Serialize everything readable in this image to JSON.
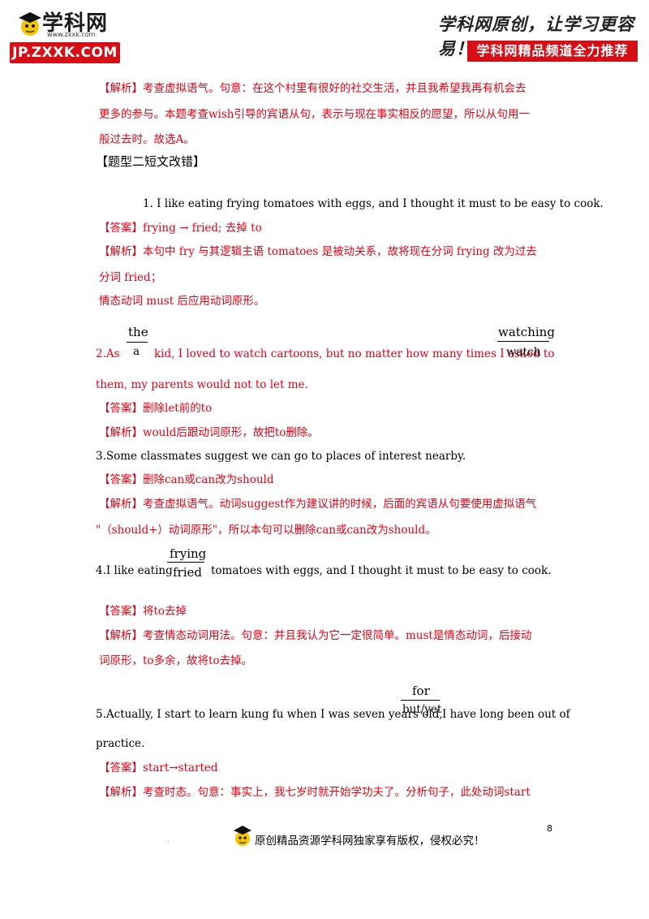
{
  "header": {
    "logo_name": "学科网",
    "logo_url": "www.zxxk.com",
    "jp_badge": "JP.ZXXK.COM",
    "slogan": "学科网原创，让学习更容易！",
    "recommend_badge": "学科网精品频道全力推荐"
  },
  "content": {
    "prev_analysis": {
      "l1": "【解析】考查虚拟语气。句意：在这个村里有很好的社交生活，并且我希望我再有机会去",
      "l2": "更多的参与。本题考查wish引导的宾语从句，表示与现在事实相反的愿望，所以从句用一",
      "l3": "般过去时。故选A。"
    },
    "section_title": "【题型二短文改错】",
    "q1": {
      "sentence": "1.        I like eating frying tomatoes with eggs, and I thought it must to be easy to cook.",
      "answer": "【答案】frying → fried;  去掉  to",
      "analysis_l1": "【解析】本句中  fry  与其逻辑主语  tomatoes  是被动关系，故将现在分词  frying  改为过去",
      "analysis_l2": "分词  fried；",
      "analysis_l3": "情态动词   must  后应用动词原形。"
    },
    "q2": {
      "correction1_top": "the",
      "correction1_bottom": "a",
      "prefix": "2.As",
      "middle": "kid, I loved to watch cartoons, but no matter how many times I asked to",
      "correction2_top": "watching",
      "correction2_bottom": "watch",
      "continuation": "them, my parents would not to let me.",
      "answer": "【答案】删除let前的to",
      "analysis": "【解析】would后跟动词原形，故把to删除。"
    },
    "q3": {
      "sentence": "3.Some classmates suggest we can go to places of interest nearby.",
      "answer": "【答案】删除can或can改为should",
      "analysis_l1": "【解析】考查虚拟语气。动词suggest作为建议讲的时候，后面的宾语从句要使用虚拟语气",
      "analysis_l2": " \"（should+）动词原形\"，所以本句可以删除can或can改为should。"
    },
    "q4": {
      "prefix": "4.I like eating",
      "correction_top": "frying",
      "correction_bottom": "fried",
      "suffix": "tomatoes with eggs, and I thought it must to be easy to cook.",
      "answer": "【答案】将to去掉",
      "analysis_l1": "【解析】考查情态动词用法。句意：并且我认为它一定很简单。must是情态动词，后接动",
      "analysis_l2": "词原形，to多余，故将to去掉。"
    },
    "q5": {
      "correction_top": "for",
      "correction_bottom": "but/yet",
      "prefix": "5.Actually, I start to learn kung fu when I was seven years old,",
      "suffix": "I have long been out of",
      "continuation": "practice.",
      "answer": "【答案】start→started",
      "analysis": "【解析】考查时态。句意：事实上，我七岁时就开始学功夫了。分析句子，此处动词start"
    }
  },
  "footer": {
    "text": "原创精品资源学科网独家享有版权，侵权必究！",
    "page_number": "8",
    "dot": "."
  },
  "colors": {
    "accent_red": "#e60012",
    "badge_red": "#d60f17"
  }
}
